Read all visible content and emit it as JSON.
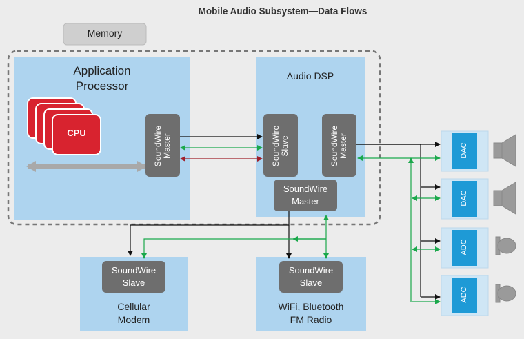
{
  "title": "Mobile Audio Subsystem—Data Flows",
  "memory": "Memory",
  "app_processor": {
    "line1": "Application",
    "line2": "Processor"
  },
  "cpu": "CPU",
  "sw_master_ap": {
    "line1": "SoundWire",
    "line2": "Master"
  },
  "audio_dsp": "Audio DSP",
  "sw_slave_dsp": {
    "line1": "SoundWire",
    "line2": "Slave"
  },
  "sw_master_dsp_right": {
    "line1": "SoundWire",
    "line2": "Master"
  },
  "sw_master_dsp_bottom": {
    "line1": "SoundWire",
    "line2": "Master"
  },
  "cellular": {
    "slave1": "SoundWire",
    "slave2": "Slave",
    "name1": "Cellular",
    "name2": "Modem"
  },
  "wifi": {
    "slave1": "SoundWire",
    "slave2": "Slave",
    "name1": "WiFi, Bluetooth",
    "name2": "FM Radio"
  },
  "peripherals": [
    "DAC",
    "DAC",
    "ADC",
    "ADC"
  ],
  "colors": {
    "panel": "#aed4ef",
    "gray": "#6e6e6e",
    "cpu": "#d8232f",
    "peripheral": "#1e9ad6",
    "green": "#1aa84b",
    "red": "#a0202a"
  }
}
